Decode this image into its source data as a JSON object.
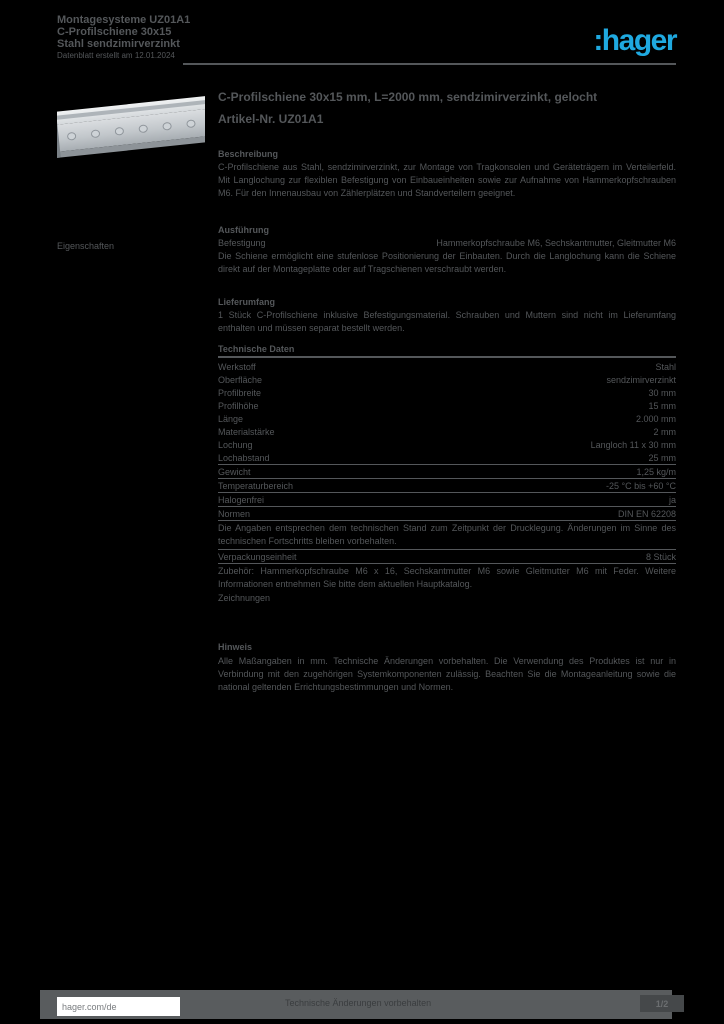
{
  "colors": {
    "background": "#000000",
    "text": "#54575A",
    "accent": "#1FA9E0",
    "footer_band": "#595C5E"
  },
  "logo": {
    "text": ":hager"
  },
  "header": {
    "line1": "Montagesysteme UZ01A1",
    "line2": "C-Profilschiene 30x15",
    "line3": "Stahl sendzimirverzinkt",
    "line4": "Datenblatt erstellt am 12.01.2024"
  },
  "product": {
    "title": "C-Profilschiene 30x15 mm, L=2000 mm, sendzimirverzinkt, gelocht",
    "article": "Artikel-Nr. UZ01A1",
    "image_alt": "c-profile-rail-photo"
  },
  "description": {
    "label": "Beschreibung",
    "text": "C-Profilschiene aus Stahl, sendzimirverzinkt, zur Montage von Tragkonsolen und Geräteträgern im Verteilerfeld. Mit Langlochung zur flexiblen Befestigung von Einbaueinheiten sowie zur Aufnahme von Hammerkopfschrauben M6. Für den Innenausbau von Zählerplätzen und Standverteilern geeignet."
  },
  "sidebar": {
    "label": "Eigenschaften"
  },
  "section_b": {
    "heading": "Ausführung",
    "row": {
      "label": "Befestigung",
      "value": "Hammerkopfschraube M6, Sechskantmutter, Gleitmutter M6"
    },
    "text": "Die Schiene ermöglicht eine stufenlose Positionierung der Einbauten. Durch die Langlochung kann die Schiene direkt auf der Montageplatte oder auf Tragschienen verschraubt werden."
  },
  "section_c": {
    "heading": "Lieferumfang",
    "text": "1 Stück C-Profilschiene inklusive Befestigungsmaterial. Schrauben und Muttern sind nicht im Lieferumfang enthalten und müssen separat bestellt werden."
  },
  "tech": {
    "heading": "Technische Daten",
    "rows": [
      {
        "label": "Werkstoff",
        "value": "Stahl"
      },
      {
        "label": "Oberfläche",
        "value": "sendzimirverzinkt"
      },
      {
        "label": "Profilbreite",
        "value": "30 mm"
      },
      {
        "label": "Profilhöhe",
        "value": "15 mm"
      },
      {
        "label": "Länge",
        "value": "2.000 mm"
      },
      {
        "label": "Materialstärke",
        "value": "2 mm"
      },
      {
        "label": "Lochung",
        "value": "Langloch 11 x 30 mm"
      },
      {
        "label": "Lochabstand",
        "value": "25 mm"
      },
      {
        "label": "Gewicht",
        "value": "1,25 kg/m"
      },
      {
        "label": "Temperaturbereich",
        "value": "-25 °C bis +60 °C"
      },
      {
        "label": "Halogenfrei",
        "value": "ja"
      },
      {
        "label": "Normen",
        "value": "DIN EN 62208"
      }
    ],
    "note1": "Die Angaben entsprechen dem technischen Stand zum Zeitpunkt der Drucklegung. Änderungen im Sinne des technischen Fortschritts bleiben vorbehalten.",
    "pack": {
      "label": "Verpackungseinheit",
      "value": "8 Stück"
    },
    "note2": "Zubehör: Hammerkopfschraube M6 x 16, Sechskantmutter M6 sowie Gleitmutter M6 mit Feder. Weitere Informationen entnehmen Sie bitte dem aktuellen Hauptkatalog.",
    "drawings_label": "Zeichnungen"
  },
  "notice": {
    "label": "Hinweis",
    "text": "Alle Maßangaben in mm. Technische Änderungen vorbehalten. Die Verwendung des Produktes ist nur in Verbindung mit den zugehörigen Systemkomponenten zulässig. Beachten Sie die Montageanleitung sowie die national geltenden Errichtungsbestimmungen und Normen."
  },
  "footer": {
    "url": "hager.com/de",
    "center": "Technische Änderungen vorbehalten",
    "page": "1/2"
  }
}
